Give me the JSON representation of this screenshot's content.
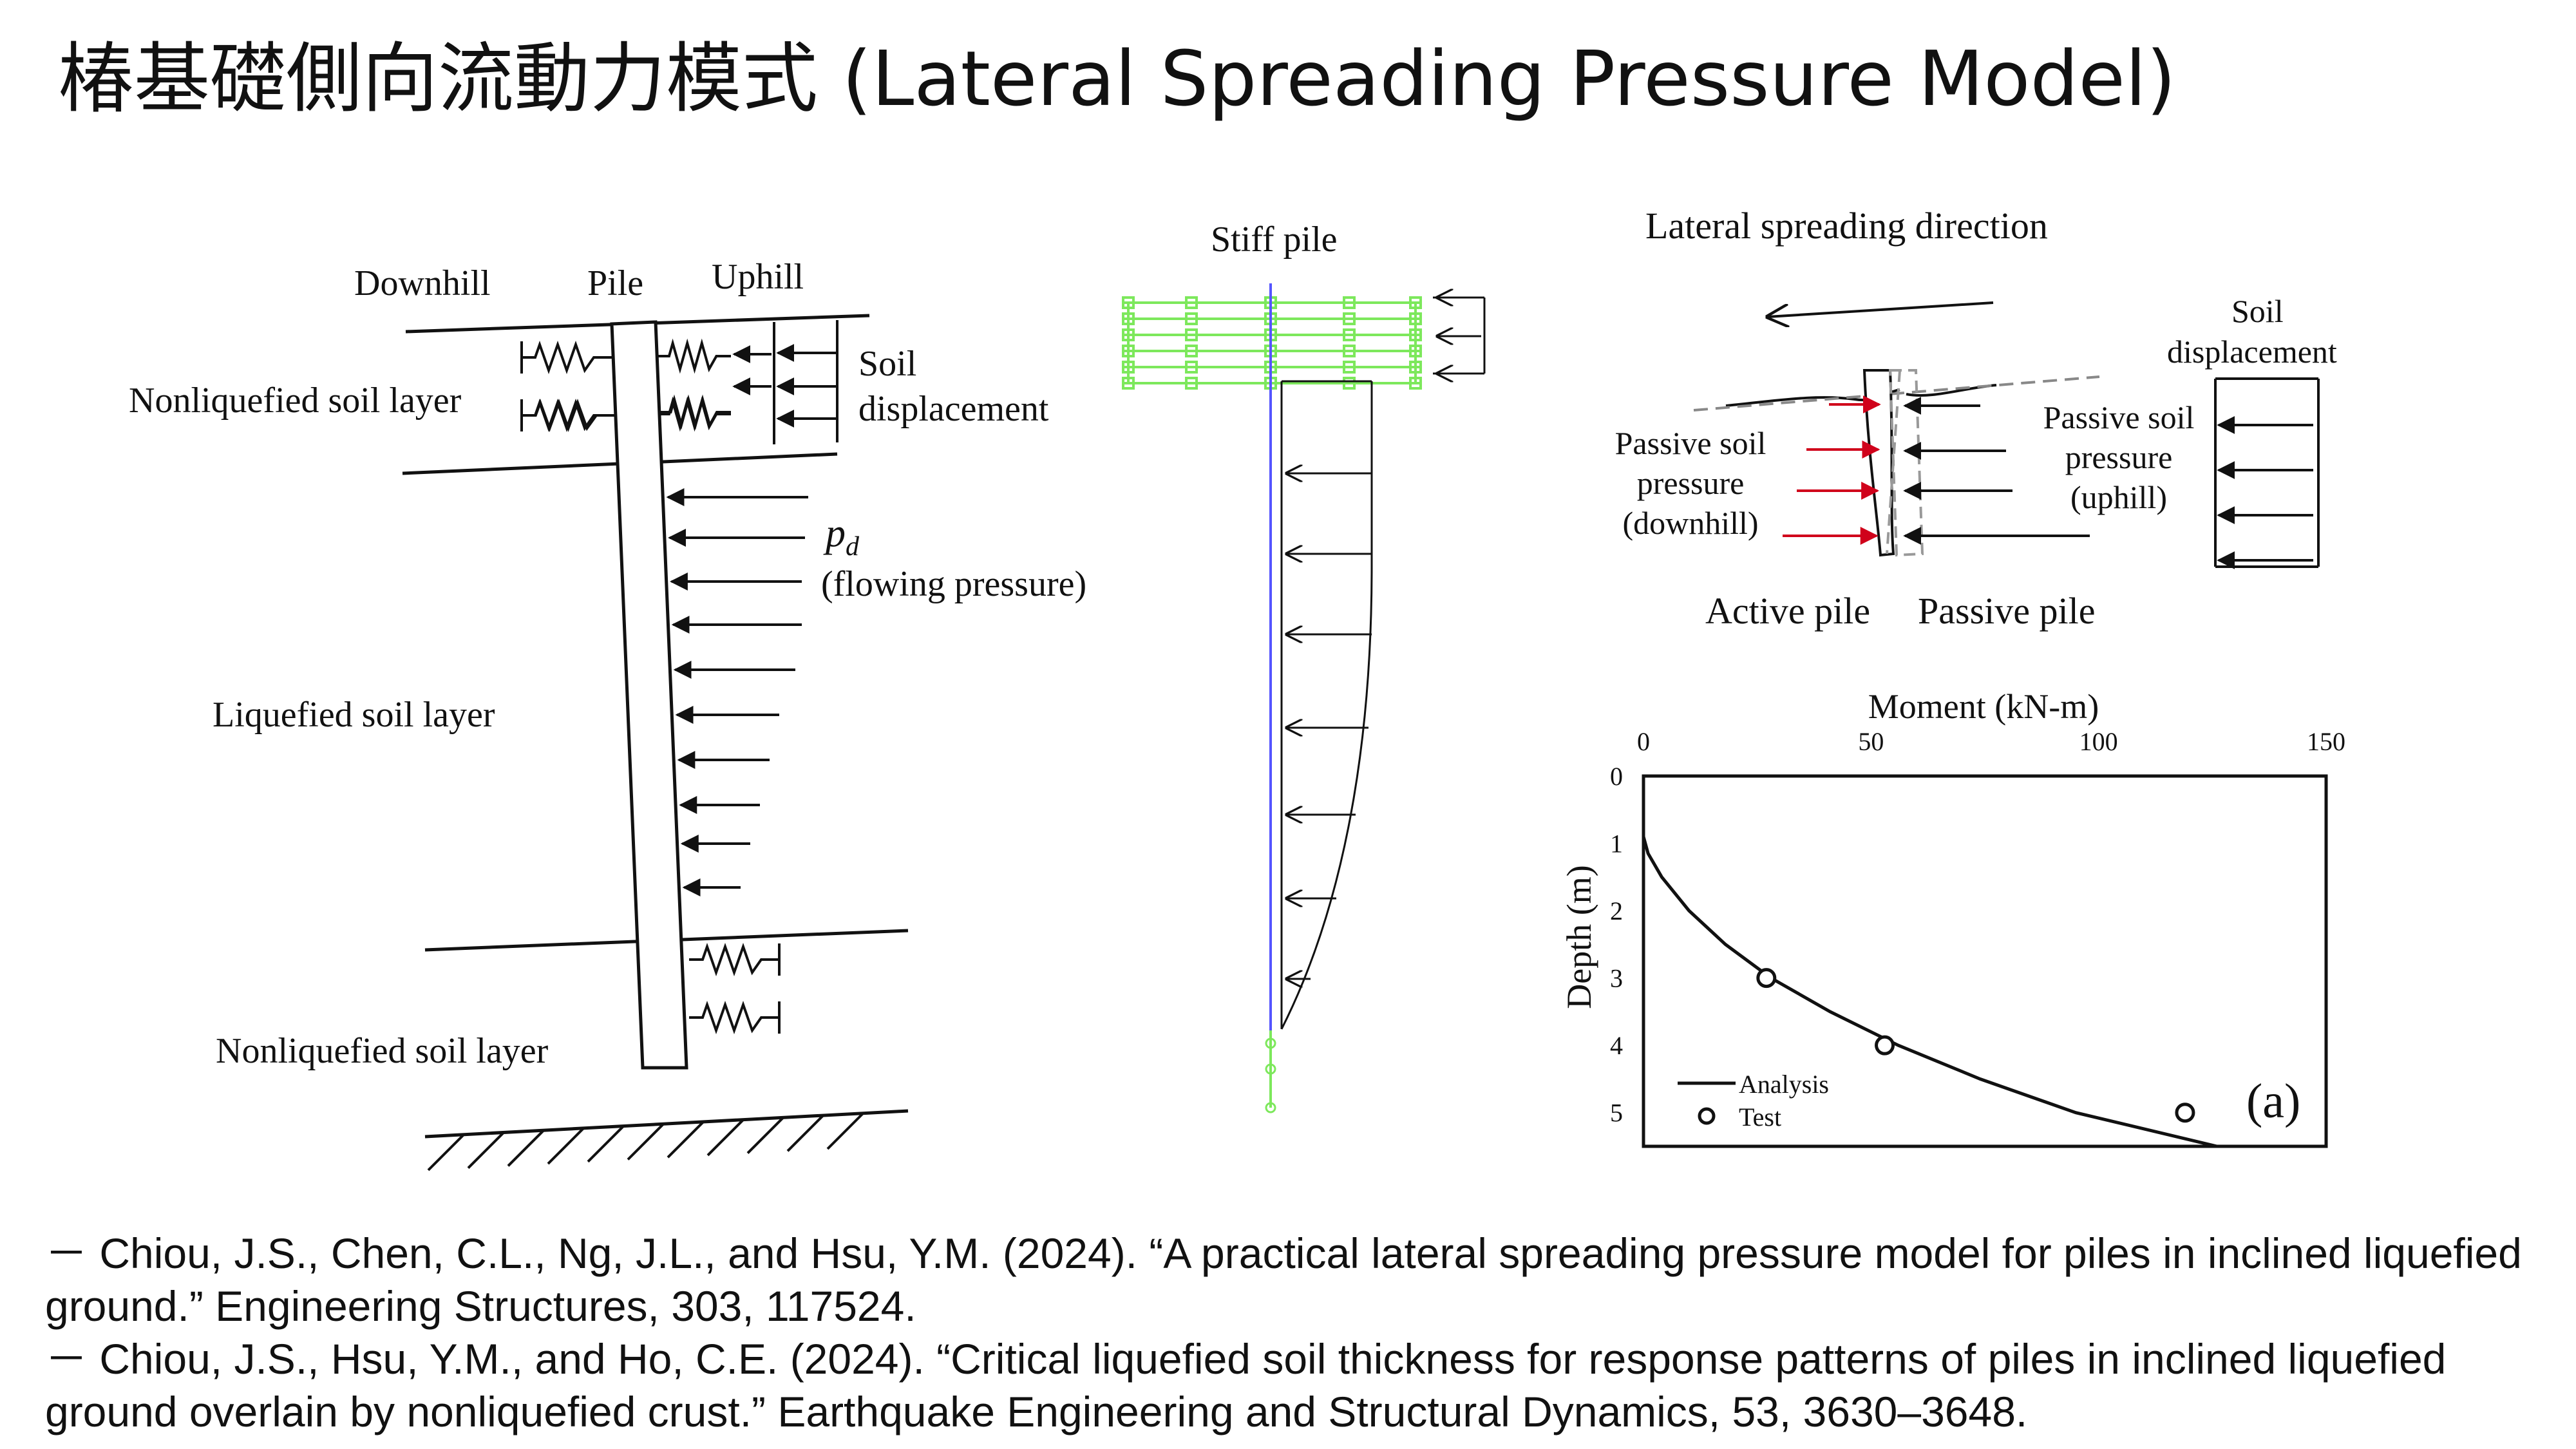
{
  "title": "椿基礎側向流動力模式 (Lateral Spreading Pressure Model)",
  "left_diagram": {
    "downhill": "Downhill",
    "pile": "Pile",
    "uphill": "Uphill",
    "soil_line1": "Soil",
    "soil_line2": "displacement",
    "top_layer": "Nonliquefied soil layer",
    "pd_symbol": "p",
    "pd_subscript": "d",
    "flowing_pressure": "(flowing pressure)",
    "middle_layer": "Liquefied soil layer",
    "bottom_layer": "Nonliquefied soil layer"
  },
  "middle_diagram": {
    "label": "Stiff pile"
  },
  "right_diagram": {
    "direction": "Lateral spreading direction",
    "soil_line1": "Soil",
    "soil_line2": "displacement",
    "passive_up_1": "Passive soil",
    "passive_up_2": "pressure",
    "passive_up_3": "(uphill)",
    "passive_down_1": "Passive soil",
    "passive_down_2": "pressure",
    "passive_down_3": "(downhill)",
    "active_pile": "Active pile",
    "passive_pile": "Passive pile"
  },
  "chart_data": {
    "type": "line",
    "title": "",
    "xlabel": "Moment (kN-m)",
    "ylabel": "Depth (m)",
    "xlim": [
      0,
      150
    ],
    "ylim": [
      5.5,
      0
    ],
    "x_axis_position": "top",
    "xticks": [
      0,
      50,
      100,
      150
    ],
    "yticks": [
      0,
      1,
      2,
      3,
      4,
      5
    ],
    "panel_label": "(a)",
    "legend_position": "bottom-left",
    "series": [
      {
        "name": "Analysis",
        "style": "line",
        "points": [
          [
            0,
            0.9
          ],
          [
            1,
            1.15
          ],
          [
            4,
            1.5
          ],
          [
            10,
            2.0
          ],
          [
            18,
            2.5
          ],
          [
            28,
            3.0
          ],
          [
            41,
            3.5
          ],
          [
            56,
            4.0
          ],
          [
            74,
            4.5
          ],
          [
            95,
            5.0
          ],
          [
            126,
            5.5
          ]
        ]
      },
      {
        "name": "Test",
        "style": "marker",
        "points": [
          [
            27,
            3.0
          ],
          [
            53,
            4.0
          ],
          [
            119,
            5.0
          ]
        ]
      }
    ]
  },
  "references": [
    "－ Chiou, J.S., Chen, C.L., Ng, J.L., and Hsu, Y.M. (2024). “A practical lateral spreading pressure model for piles in inclined liquefied ground.” Engineering Structures, 303, 117524.",
    "－ Chiou, J.S., Hsu, Y.M., and Ho, C.E. (2024). “Critical liquefied soil thickness for response patterns of piles in inclined liquefied ground overlain by nonliquefied crust.” Earthquake Engineering and Structural Dynamics, 53, 3630–3648."
  ]
}
